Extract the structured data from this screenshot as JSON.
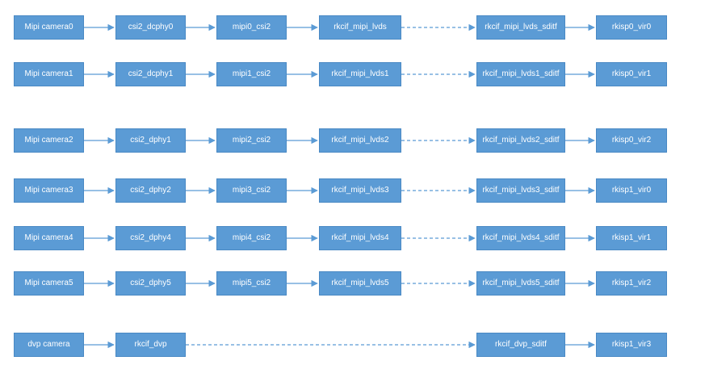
{
  "rows": [
    {
      "name": "row-0",
      "nodes": [
        "Mipi camera0",
        "csi2_dcphy0",
        "mipi0_csi2",
        "rkcif_mipi_lvds",
        "rkcif_mipi_lvds_sditf",
        "rkisp0_vir0"
      ]
    },
    {
      "name": "row-1",
      "nodes": [
        "Mipi camera1",
        "csi2_dcphy1",
        "mipi1_csi2",
        "rkcif_mipi_lvds1",
        "rkcif_mipi_lvds1_sditf",
        "rkisp0_vir1"
      ]
    },
    {
      "name": "row-2",
      "nodes": [
        "Mipi camera2",
        "csi2_dphy1",
        "mipi2_csi2",
        "rkcif_mipi_lvds2",
        "rkcif_mipi_lvds2_sditf",
        "rkisp0_vir2"
      ]
    },
    {
      "name": "row-3",
      "nodes": [
        "Mipi camera3",
        "csi2_dphy2",
        "mipi3_csi2",
        "rkcif_mipi_lvds3",
        "rkcif_mipi_lvds3_sditf",
        "rkisp1_vir0"
      ]
    },
    {
      "name": "row-4",
      "nodes": [
        "Mipi camera4",
        "csi2_dphy4",
        "mipi4_csi2",
        "rkcif_mipi_lvds4",
        "rkcif_mipi_lvds4_sditf",
        "rkisp1_vir1"
      ]
    },
    {
      "name": "row-5",
      "nodes": [
        "Mipi camera5",
        "csi2_dphy5",
        "mipi5_csi2",
        "rkcif_mipi_lvds5",
        "rkcif_mipi_lvds5_sditf",
        "rkisp1_vir2"
      ]
    },
    {
      "name": "row-6",
      "nodes": [
        "dvp camera",
        "rkcif_dvp",
        "rkcif_dvp_sditf",
        "rkisp1_vir3"
      ]
    }
  ],
  "colors": {
    "node_fill": "#5b9bd5",
    "node_border": "#4a89c4",
    "node_text": "#ffffff",
    "arrow": "#5b9bd5"
  }
}
